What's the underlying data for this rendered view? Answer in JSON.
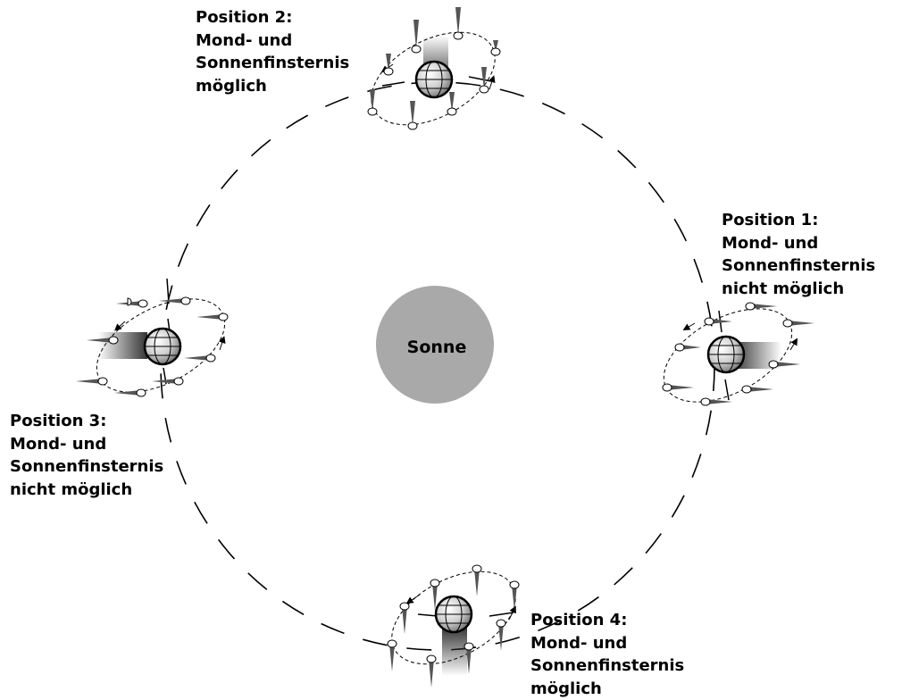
{
  "sun": {
    "label": "Sonne"
  },
  "positions": [
    {
      "id": "p2",
      "lines": [
        "Position 2:",
        "Mond- und",
        "Sonnenfinsternis",
        "möglich"
      ]
    },
    {
      "id": "p1",
      "lines": [
        "Position 1:",
        "Mond- und",
        "Sonnenfinsternis",
        "nicht möglich"
      ]
    },
    {
      "id": "p3",
      "lines": [
        "Position 3:",
        "Mond- und",
        "Sonnenfinsternis",
        "nicht möglich"
      ]
    },
    {
      "id": "p4",
      "lines": [
        "Position 4:",
        "Mond- und",
        "Sonnenfinsternis",
        "möglich"
      ]
    }
  ]
}
